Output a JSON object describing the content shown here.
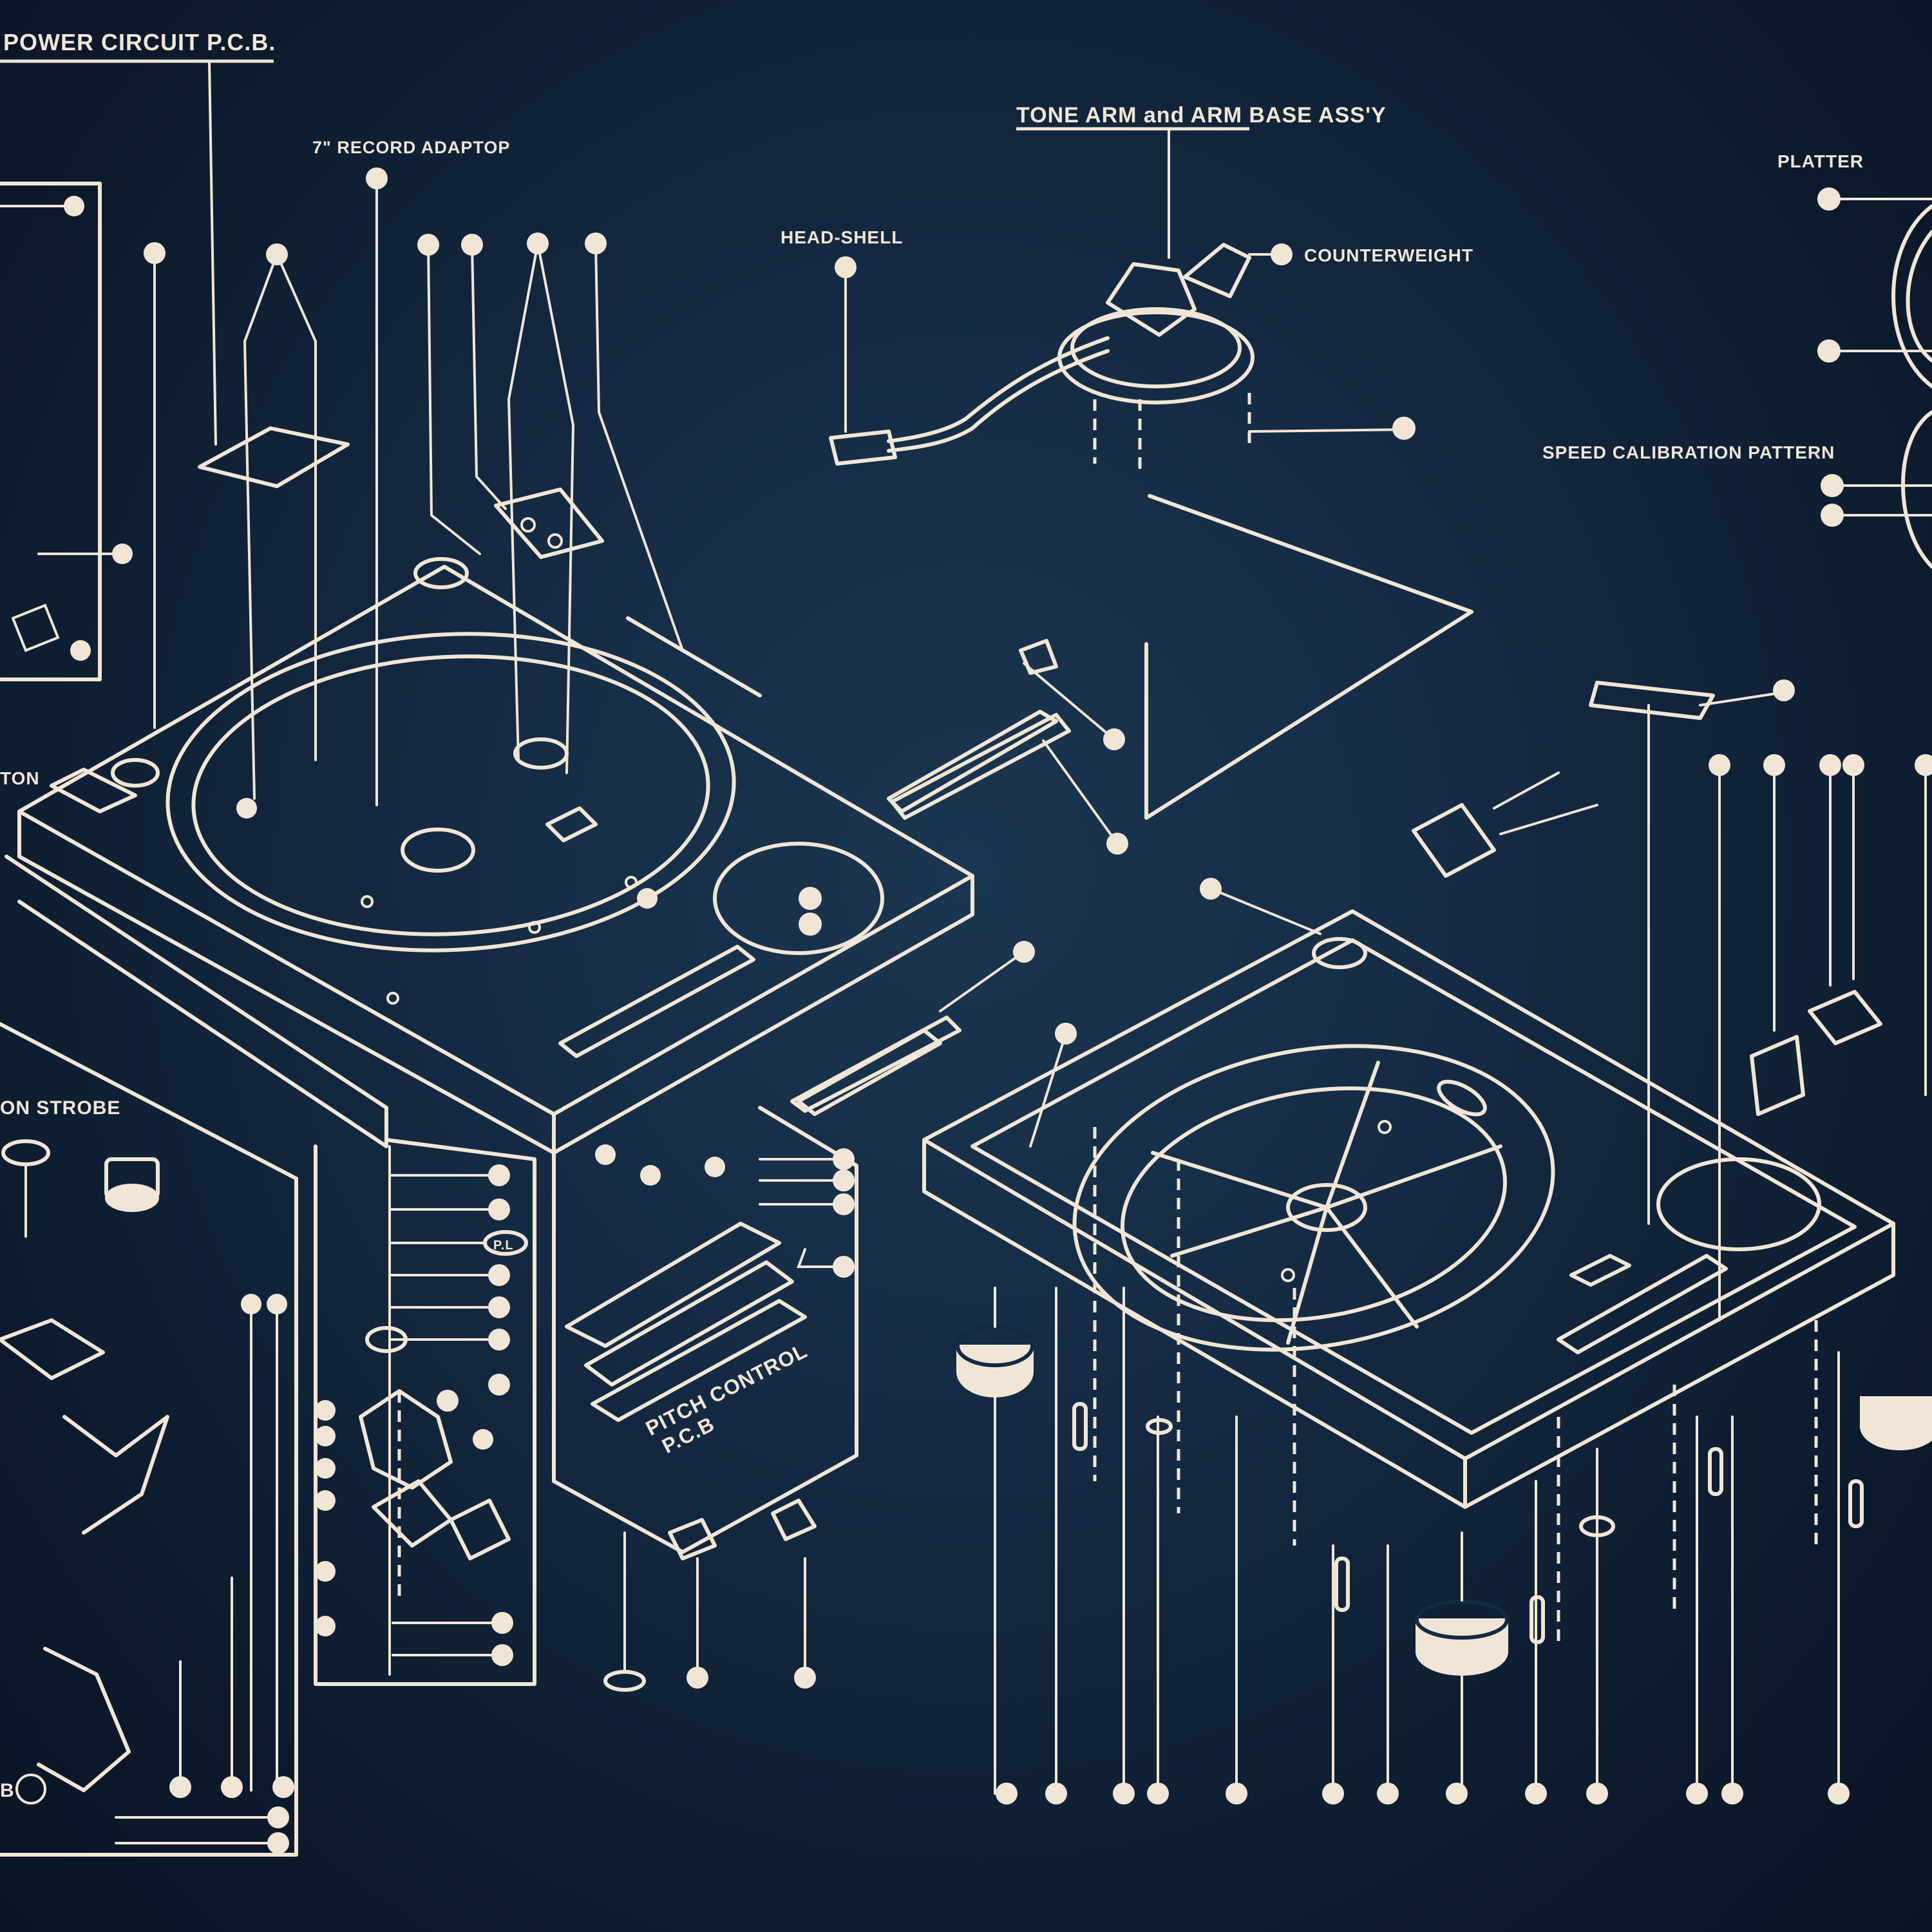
{
  "diagram": {
    "title": "Turntable Exploded Parts Diagram",
    "colors": {
      "background": "#142a42",
      "line": "#f1e6d6"
    },
    "labels": {
      "power_circuit_pcb": "POWER CIRCUIT  P.C.B.",
      "record_adaptor": "7\" RECORD ADAPTOP",
      "tone_arm_assy": "TONE ARM and ARM BASE ASS'Y",
      "head_shell": "HEAD-SHELL",
      "counterweight": "COUNTERWEIGHT",
      "platter": "PLATTER",
      "speed_calibration_pattern": "SPEED CALIBRATION PATTERN",
      "button_partial": "TON",
      "strobe_partial": "ON STROBE",
      "pitch_control_pcb_line1": "PITCH CONTROL",
      "pitch_control_pcb_line2": "P.C.B",
      "marker_pl": "P.L",
      "marker_b": "B"
    }
  }
}
